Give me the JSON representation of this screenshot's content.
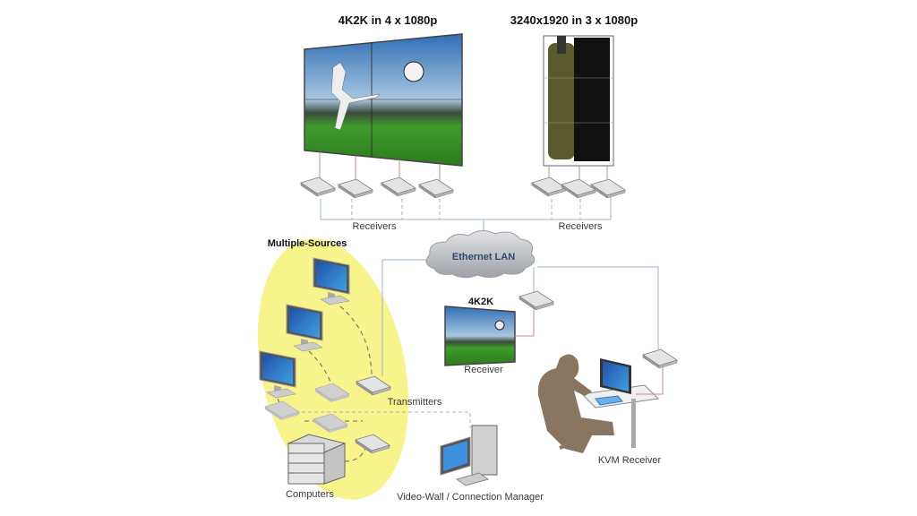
{
  "titles": {
    "wall_left": "4K2K in 4 x 1080p",
    "wall_right": "3240x1920 in 3 x 1080p",
    "single_display": "4K2K",
    "sources": "Multiple-Sources"
  },
  "labels": {
    "receivers_left": "Receivers",
    "receivers_right": "Receivers",
    "network": "Ethernet LAN",
    "receiver_single": "Receiver",
    "transmitters": "Transmitters",
    "computers": "Computers",
    "manager": "Video-Wall / Connection Manager",
    "kvm": "KVM Receiver"
  },
  "colors": {
    "network_line": "#9fb3c8",
    "video_line": "#c98a8a",
    "source_highlight": "#f6f48a",
    "cloud": "#b9bcc0",
    "device": "#d6d6d6",
    "person": "#8a7660"
  }
}
